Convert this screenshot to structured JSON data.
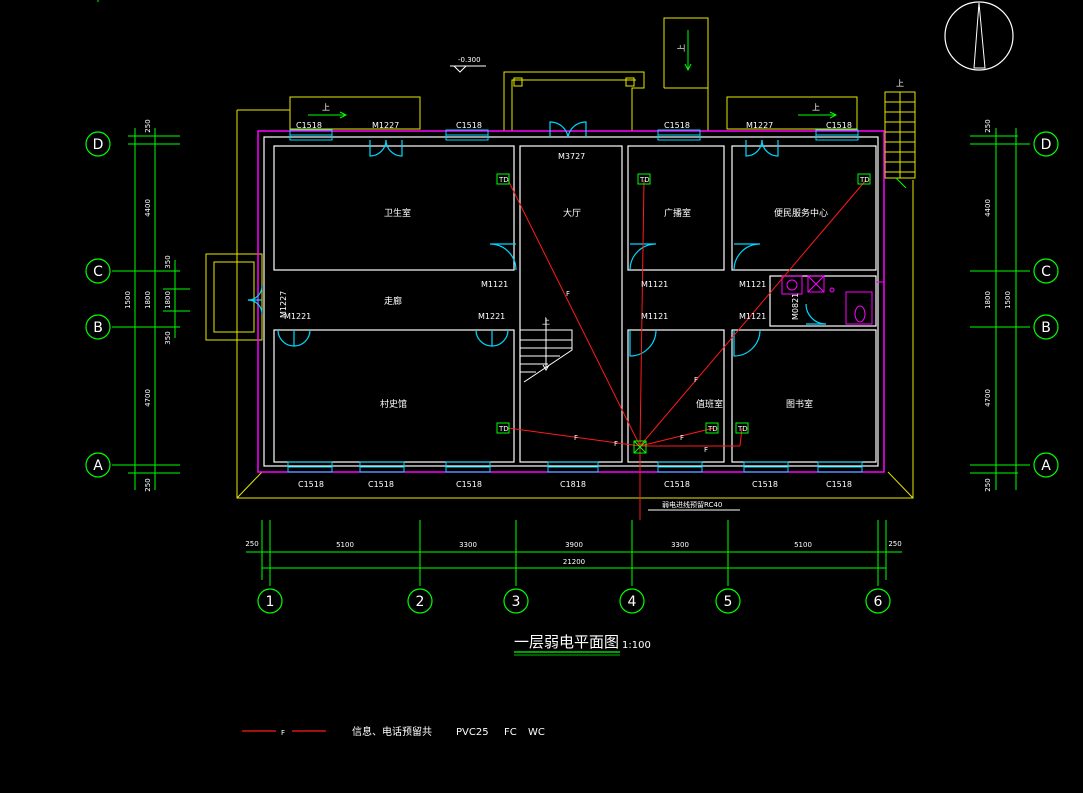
{
  "drawing": {
    "title": "一层弱电平面图",
    "scale": "1:100",
    "elevation_mark": "-0.300",
    "cable_note": "弱电进线预留RC40",
    "legend": {
      "symbol": "F",
      "description": "信息、电话预留共",
      "spec": "PVC25",
      "install": "FC",
      "install2": "WC"
    }
  },
  "rooms": {
    "toilet": "卫生室",
    "hall": "大厅",
    "broadcast": "广播室",
    "service": "便民服务中心",
    "corridor": "走廊",
    "history": "村史馆",
    "duty": "值班室",
    "library": "图书室"
  },
  "doors": {
    "m1227_a": "M1227",
    "m1227_b": "M1227",
    "m3727": "M3727",
    "m1227_side": "M1227",
    "m1121_a": "M1121",
    "m1121_b": "M1121",
    "m1121_c": "M1121",
    "m1221_a": "M1221",
    "m1221_b": "M1221",
    "m1121_d": "M1121",
    "m1121_e": "M1121",
    "m0821": "M0821"
  },
  "windows": {
    "top1": "C1518",
    "top2": "C1518",
    "top3": "C1518",
    "top4": "C1518",
    "bot1": "C1518",
    "bot2": "C1518",
    "bot3": "C1518",
    "bot4": "C1818",
    "bot5": "C1518",
    "bot6": "C1518",
    "bot7": "C1518"
  },
  "stairs": {
    "up1": "上",
    "up2": "上",
    "up3": "上",
    "up4": "上",
    "up5": "上"
  },
  "sockets": {
    "td": "TD"
  },
  "wire_labels": {
    "f": "F"
  },
  "axes": {
    "rows": [
      "D",
      "C",
      "B",
      "A"
    ],
    "cols": [
      "1",
      "2",
      "3",
      "4",
      "5",
      "6"
    ]
  },
  "dims_horizontal": {
    "left_margin": "250",
    "spans": [
      "5100",
      "3300",
      "3900",
      "3300",
      "5100"
    ],
    "right_margin": "250",
    "total": "21200"
  },
  "dims_vertical": {
    "top": "250",
    "d_c": "4400",
    "c_b_total": "1500",
    "c_b_a": "350",
    "c_b_b": "1800",
    "c_b_c": "350",
    "b_a": "4700",
    "bottom": "250"
  }
}
